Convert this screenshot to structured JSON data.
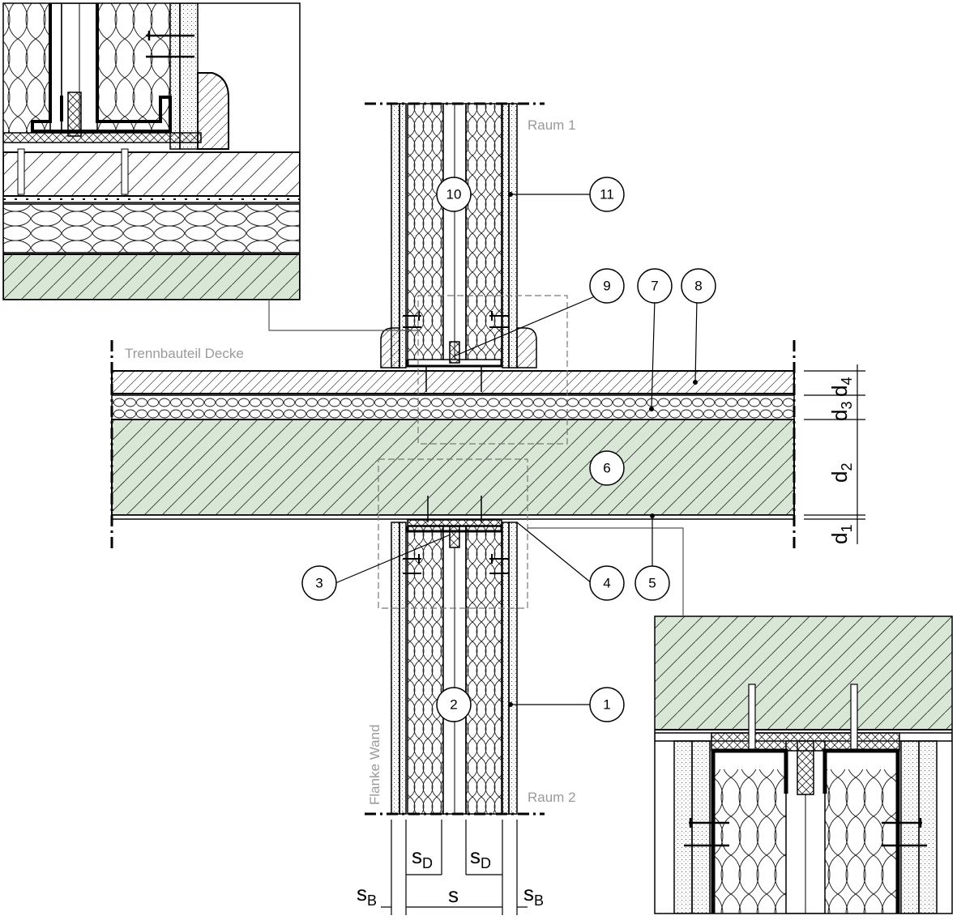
{
  "labels": {
    "room_top": "Raum 1",
    "room_bottom": "Raum 2",
    "separating_element": "Trennbauteil Decke",
    "flanking": "Flanke Wand"
  },
  "callouts": [
    "1",
    "2",
    "3",
    "4",
    "5",
    "6",
    "7",
    "8",
    "9",
    "10",
    "11"
  ],
  "dimensions": {
    "d1": {
      "main": "d",
      "sub": "1"
    },
    "d2": {
      "main": "d",
      "sub": "2"
    },
    "d3": {
      "main": "d",
      "sub": "3"
    },
    "d4": {
      "main": "d",
      "sub": "4"
    },
    "sD_left": {
      "main": "s",
      "sub": "D"
    },
    "sD_right": {
      "main": "s",
      "sub": "D"
    },
    "sB_left": {
      "main": "s",
      "sub": "B"
    },
    "sB_right": {
      "main": "s",
      "sub": "B"
    },
    "s": {
      "main": "s"
    }
  },
  "colors": {
    "concrete": "#d9e8d6",
    "line": "#000000",
    "label_gray": "#9a9a9a"
  }
}
